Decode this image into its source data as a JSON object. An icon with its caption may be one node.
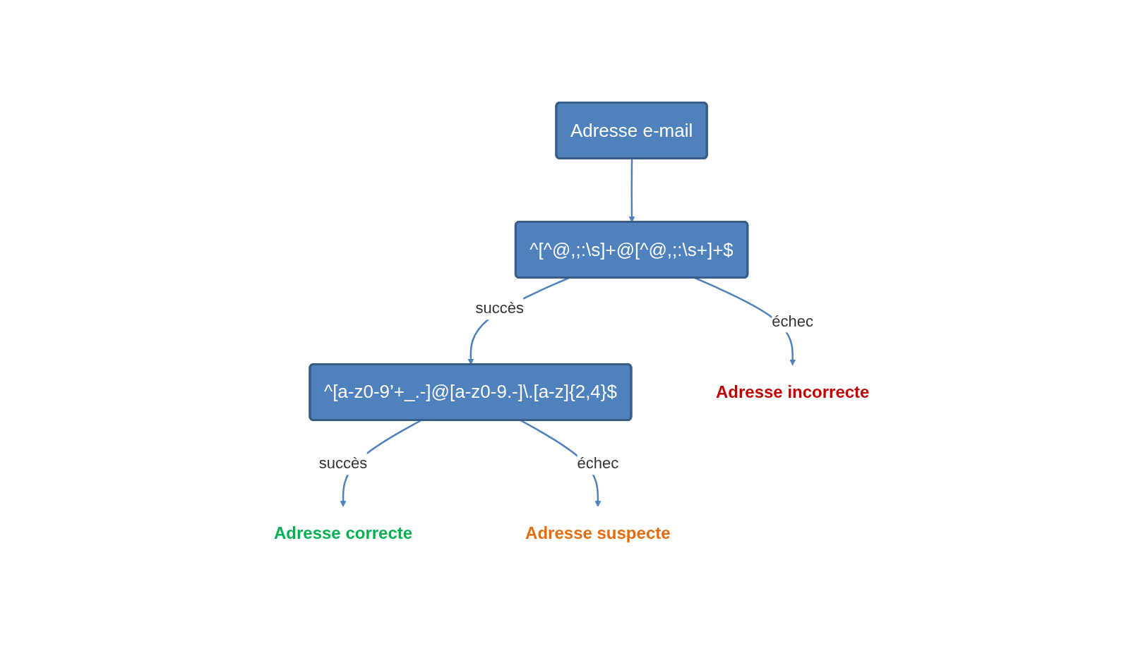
{
  "diagram": {
    "nodes": [
      {
        "text": [
          "Adresse e-mail"
        ]
      },
      {
        "text": [
          "^[^@,;:\\s]+@[^@,;:\\s+]+$"
        ]
      },
      {
        "text": [
          "^[a-z0-9’+_.-]@[a-z0-9.-]\\.[a-z]{2,4}$"
        ]
      },
      {
        "text": [
          "Adresse incorrecte"
        ]
      },
      {
        "text": [
          "Adresse suspecte"
        ]
      },
      {
        "text": [
          "Adresse correcte"
        ]
      }
    ],
    "edges": [
      {
        "from": 0,
        "to": 1,
        "arrow": "to"
      },
      {
        "from": 1,
        "to": 2,
        "label": "succès",
        "arrow": "to"
      },
      {
        "from": 1,
        "to": 3,
        "label": "échec",
        "arrow": "to"
      },
      {
        "from": 2,
        "to": 5,
        "label": "succès",
        "arrow": "to"
      },
      {
        "from": 2,
        "to": 4,
        "label": "échec",
        "arrow": "to"
      }
    ]
  }
}
